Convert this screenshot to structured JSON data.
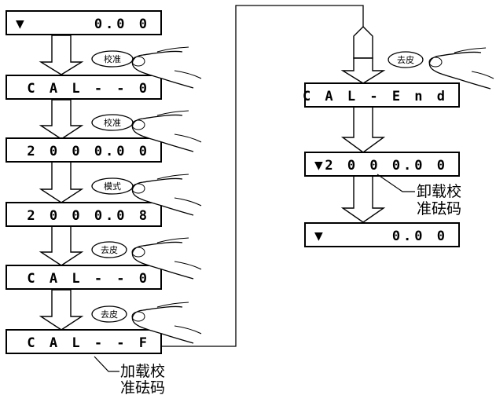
{
  "indicator_glyph": "▼",
  "left_column": {
    "displays": [
      {
        "text": "0.0 0",
        "indicator": true
      },
      {
        "text": "C A L - - 0",
        "indicator": false
      },
      {
        "text": "2 0 0 0.0 0",
        "indicator": false
      },
      {
        "text": "2 0 0 0.0 8",
        "indicator": false
      },
      {
        "text": "C A L - - 0",
        "indicator": false
      },
      {
        "text": "C A L - - F",
        "indicator": false
      }
    ],
    "buttons": [
      "校准",
      "校准",
      "模式",
      "去皮",
      "去皮"
    ],
    "note": {
      "line1": "加载校",
      "line2": "准砝码"
    }
  },
  "right_column": {
    "displays": [
      {
        "text": "C A L - E n d",
        "indicator": false
      },
      {
        "text": "2 0 0 0.0 0",
        "indicator": true
      },
      {
        "text": "0.0 0",
        "indicator": true
      }
    ],
    "buttons": [
      "去皮"
    ],
    "note": {
      "line1": "卸载校",
      "line2": "准砝码"
    }
  }
}
